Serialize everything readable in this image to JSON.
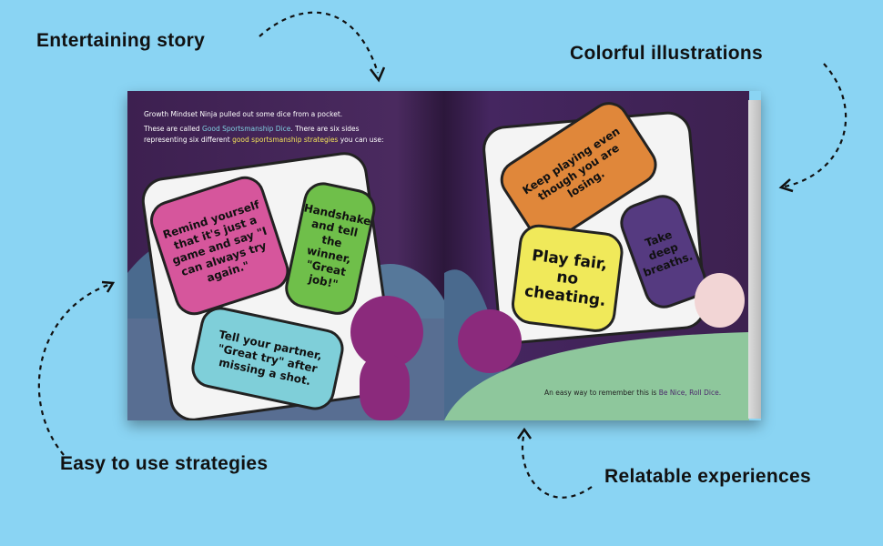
{
  "callouts": {
    "entertaining": "Entertaining story",
    "colorful": "Colorful illustrations",
    "easy": "Easy to use strategies",
    "relatable": "Relatable experiences"
  },
  "book": {
    "left_page": {
      "line1": "Growth Mindset Ninja pulled out some dice from a pocket.",
      "line2_a": "These are called ",
      "line2_b": "Good Sportsmanship Dice",
      "line2_c": ". There are six sides",
      "line3_a": "representing six different ",
      "line3_b": "good sportsmanship strategies",
      "line3_c": " you can use:",
      "die_faces": [
        "Remind yourself that it's just a game and say \"I can always try again.\"",
        "Handshake and tell the winner, \"Great job!\"",
        "Tell your partner, \"Great try\" after missing a shot."
      ]
    },
    "right_page": {
      "die_faces": [
        "Keep playing even though you are losing.",
        "Play fair, no cheating.",
        "Take deep breaths."
      ],
      "bottom_a": "An easy way to remember this is ",
      "bottom_b": "Be Nice, Roll Dice."
    }
  },
  "colors": {
    "background": "#8ad4f3",
    "page": "#3e2150",
    "pink": "#d6569c",
    "green": "#6fbf4a",
    "teal": "#7fcfd9",
    "orange": "#e0873a",
    "yellow": "#f0e95a",
    "purple": "#553a80"
  }
}
